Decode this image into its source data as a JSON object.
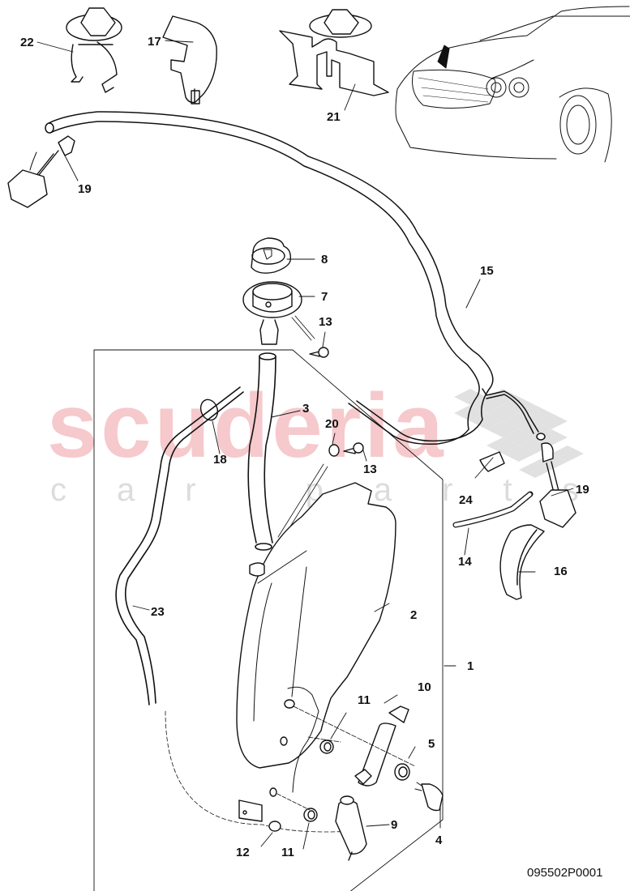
{
  "diagram": {
    "type": "exploded parts diagram",
    "subject": "windscreen washer reservoir assembly",
    "drawing_code": "095502P0001",
    "watermark": {
      "main": "scuderia",
      "sub": "car parts",
      "main_color": "#f6c9cc",
      "checker_color": "#d9d9d9"
    },
    "callouts": [
      {
        "id": "c22",
        "label": "22",
        "part": "hose clip with mount"
      },
      {
        "id": "c17",
        "label": "17",
        "part": "hose clip with stud"
      },
      {
        "id": "c21",
        "label": "21",
        "part": "double hose clip"
      },
      {
        "id": "c19a",
        "label": "19",
        "part": "connector / non-return valve (left)"
      },
      {
        "id": "c8",
        "label": "8",
        "part": "filler cap"
      },
      {
        "id": "c7",
        "label": "7",
        "part": "filler neck"
      },
      {
        "id": "c13a",
        "label": "13",
        "part": "bolt (upper)"
      },
      {
        "id": "c15",
        "label": "15",
        "part": "washer hose"
      },
      {
        "id": "c3",
        "label": "3",
        "part": "filler hose"
      },
      {
        "id": "c20",
        "label": "20",
        "part": "washer"
      },
      {
        "id": "c13b",
        "label": "13",
        "part": "bolt (lower)"
      },
      {
        "id": "c18",
        "label": "18",
        "part": "grommet"
      },
      {
        "id": "c24",
        "label": "24",
        "part": "clip"
      },
      {
        "id": "c19b",
        "label": "19",
        "part": "connector / non-return valve (right)"
      },
      {
        "id": "c14",
        "label": "14",
        "part": "corrugated tube"
      },
      {
        "id": "c16",
        "label": "16",
        "part": "cover shell"
      },
      {
        "id": "c23",
        "label": "23",
        "part": "overflow hose"
      },
      {
        "id": "c2",
        "label": "2",
        "part": "washer fluid reservoir"
      },
      {
        "id": "c1",
        "label": "1",
        "part": "reservoir assembly (complete)"
      },
      {
        "id": "c10",
        "label": "10",
        "part": "washer pump"
      },
      {
        "id": "c11a",
        "label": "11",
        "part": "grommet (upper)"
      },
      {
        "id": "c5",
        "label": "5",
        "part": "grommet for level sensor"
      },
      {
        "id": "c4",
        "label": "4",
        "part": "fluid level sensor"
      },
      {
        "id": "c9",
        "label": "9",
        "part": "washer pump (headlamp)"
      },
      {
        "id": "c12",
        "label": "12",
        "part": "nut"
      },
      {
        "id": "c11b",
        "label": "11",
        "part": "grommet (lower)"
      }
    ],
    "inset": {
      "label": "vehicle location view",
      "description": "front of car with arrow pointing to bonnet/grille area"
    }
  }
}
